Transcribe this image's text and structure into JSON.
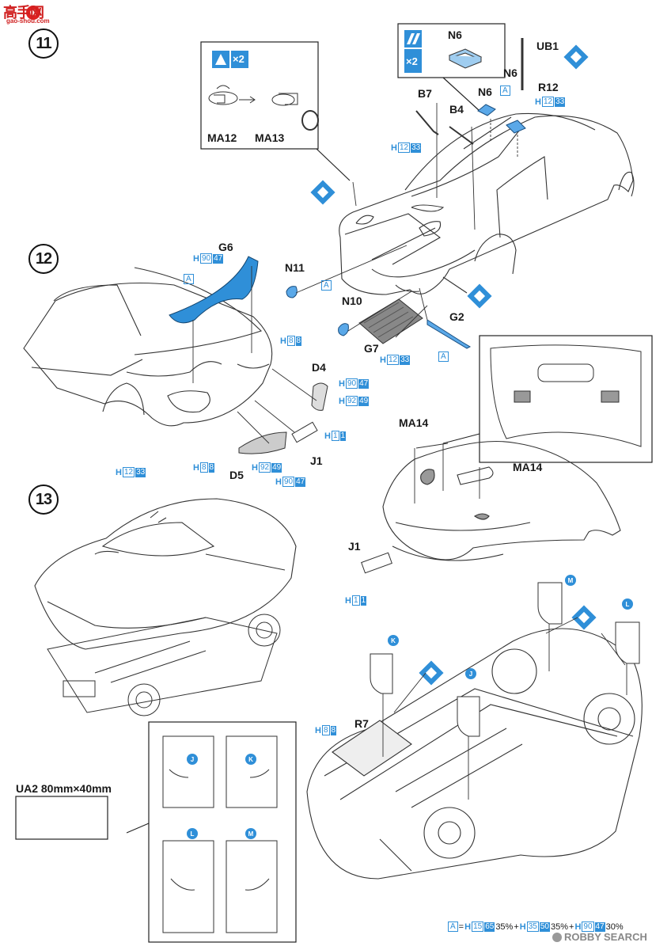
{
  "watermark": {
    "logo_text": "高手网",
    "url": "gao-shou.com"
  },
  "steps": [
    "11",
    "12",
    "13"
  ],
  "parts": {
    "ma12": "MA12",
    "ma13": "MA13",
    "n6_a": "N6",
    "n6_b": "N6",
    "n6_c": "N6",
    "ub1": "UB1",
    "r12": "R12",
    "b7": "B7",
    "b4": "B4",
    "g6": "G6",
    "n11": "N11",
    "n10": "N10",
    "g7": "G7",
    "g2": "G2",
    "d4": "D4",
    "j1_a": "J1",
    "d5": "D5",
    "ma14_a": "MA14",
    "ma14_b": "MA14",
    "j1_b": "J1",
    "r7": "R7"
  },
  "qty": {
    "x2_a": "×2",
    "x2_b": "×2"
  },
  "paint": {
    "h": "H",
    "c12": "12",
    "c33": "33",
    "c90": "90",
    "c47": "47",
    "c8": "8",
    "c92": "92",
    "c49": "49",
    "c1": "1",
    "c15": "15",
    "c65": "65",
    "c35": "35",
    "c50": "50"
  },
  "a_mark": "A",
  "decals": {
    "j": "J",
    "k": "K",
    "l": "L",
    "m": "M"
  },
  "ua2": {
    "label": "UA2  80mm×40mm"
  },
  "formula": {
    "a": "A",
    "eq": "=",
    "plus": "+",
    "pct35": "35%",
    "pct30": "30%"
  },
  "brand": {
    "r": "ROBBY",
    "s": "SEARCH"
  }
}
